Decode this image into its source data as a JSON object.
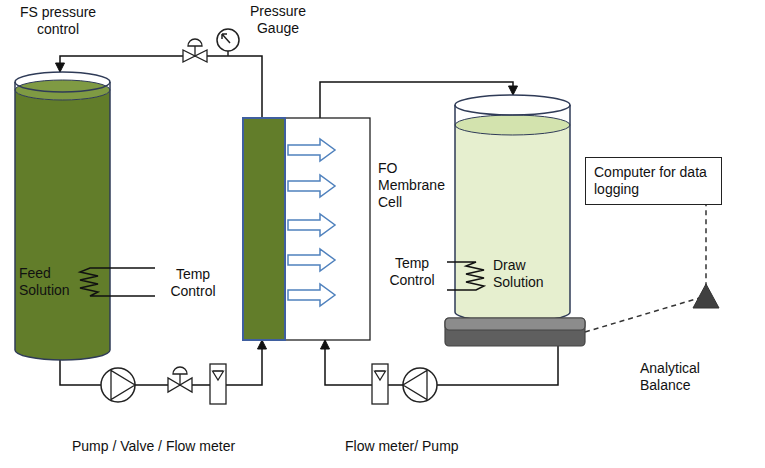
{
  "diagram": {
    "nodes": [
      {
        "text": [
          "Feed Solution"
        ]
      },
      {
        "text": [
          "FO Membrane Cell"
        ]
      },
      {
        "text": [
          "Draw Solution"
        ]
      },
      {
        "text": [
          "Computer for data logging"
        ]
      },
      {
        "text": [
          "Analytical Balance"
        ]
      }
    ],
    "edges": [
      {
        "from": 0,
        "to": 1,
        "arrow": "to"
      },
      {
        "from": 1,
        "to": 0,
        "arrow": "to"
      },
      {
        "from": 1,
        "to": 2,
        "arrow": "to"
      },
      {
        "from": 2,
        "to": 1,
        "arrow": "to"
      },
      {
        "from": 4,
        "to": 3,
        "arrow": "none"
      }
    ],
    "labels": [
      "FS pressure control",
      "Pressure Gauge",
      "Temp Control",
      "Temp Control",
      "Pump / Valve / Flow meter",
      "Flow meter/ Pump"
    ]
  }
}
